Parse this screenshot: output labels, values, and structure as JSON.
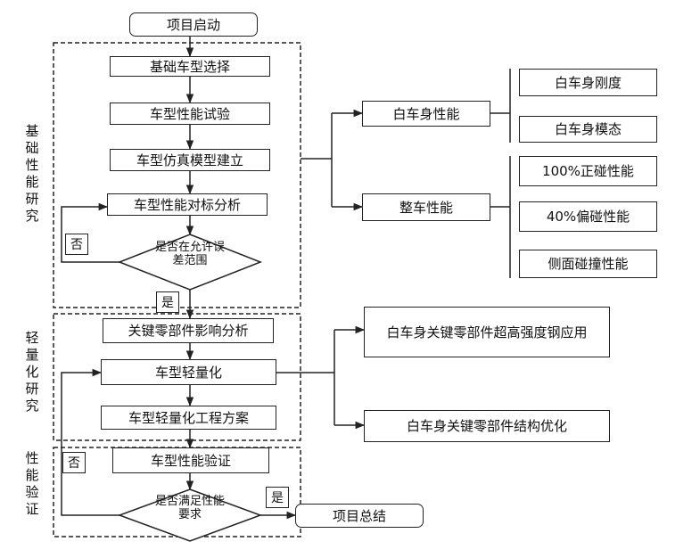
{
  "start": "项目启动",
  "end": "项目总结",
  "sections": {
    "basic": "基础性能研究",
    "lightweight": "轻量化研究",
    "verify": "性能验证"
  },
  "steps": {
    "s1": "基础车型选择",
    "s2": "车型性能试验",
    "s3": "车型仿真模型建立",
    "s4": "车型性能对标分析",
    "d1": "是否在允许误差范围",
    "s5": "关键零部件影响分析",
    "s6": "车型轻量化",
    "s7": "车型轻量化工程方案",
    "s8": "车型性能验证",
    "d2": "是否满足性能要求"
  },
  "labels": {
    "no1": "否",
    "yes1": "是",
    "no2": "否",
    "yes2": "是"
  },
  "right": {
    "biw_perf": "白车身性能",
    "vehicle_perf": "整车性能",
    "biw_stiffness": "白车身刚度",
    "biw_modal": "白车身模态",
    "frontal100": "100%正碰性能",
    "offset40": "40%偏碰性能",
    "side": "侧面碰撞性能",
    "uhss": "白车身关键零部件超高强度钢应用",
    "struct_opt": "白车身关键零部件结构优化"
  }
}
